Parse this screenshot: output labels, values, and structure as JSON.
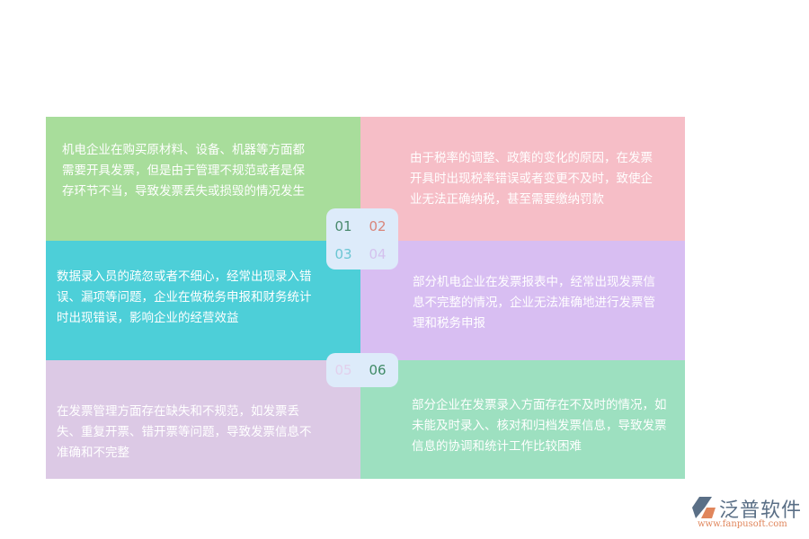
{
  "cells": [
    {
      "num": "01",
      "text": "机电企业在购买原材料、设备、机器等方面都需要开具发票，但是由于管理不规范或者是保存环节不当，导致发票丢失或损毁的情况发生",
      "color": "#a8dd9b",
      "num_color": "#4a8a6e"
    },
    {
      "num": "02",
      "text": "由于税率的调整、政策的变化的原因，在发票开具时出现税率错误或者变更不及时，致使企业无法正确纳税，甚至需要缴纳罚款",
      "color": "#f6bec7",
      "num_color": "#d9857a"
    },
    {
      "num": "03",
      "text": "数据录入员的疏忽或者不细心，经常出现录入错误、漏项等问题，企业在做税务申报和财务统计时出现错误，影响企业的经营效益",
      "color": "#4dcfd8",
      "num_color": "#6cc6d3"
    },
    {
      "num": "04",
      "text": "部分机电企业在发票报表中，经常出现发票信息不完整的情况，企业无法准确地进行发票管理和税务申报",
      "color": "#d8bef2",
      "num_color": "#d4c2ee"
    },
    {
      "num": "05",
      "text": "在发票管理方面存在缺失和不规范，如发票丢失、重复开票、错开票等问题，导致发票信息不准确和不完整",
      "color": "#dcc9e5",
      "num_color": "#e2d0ec"
    },
    {
      "num": "06",
      "text": "部分企业在发票录入方面存在不及时的情况，如未能及时录入、核对和归档发票信息，导致发票信息的协调和统计工作比较困难",
      "color": "#9de0c0",
      "num_color": "#3f8a66"
    }
  ],
  "logo": {
    "name": "泛普软件",
    "url": "www.fanpusoft.com"
  }
}
